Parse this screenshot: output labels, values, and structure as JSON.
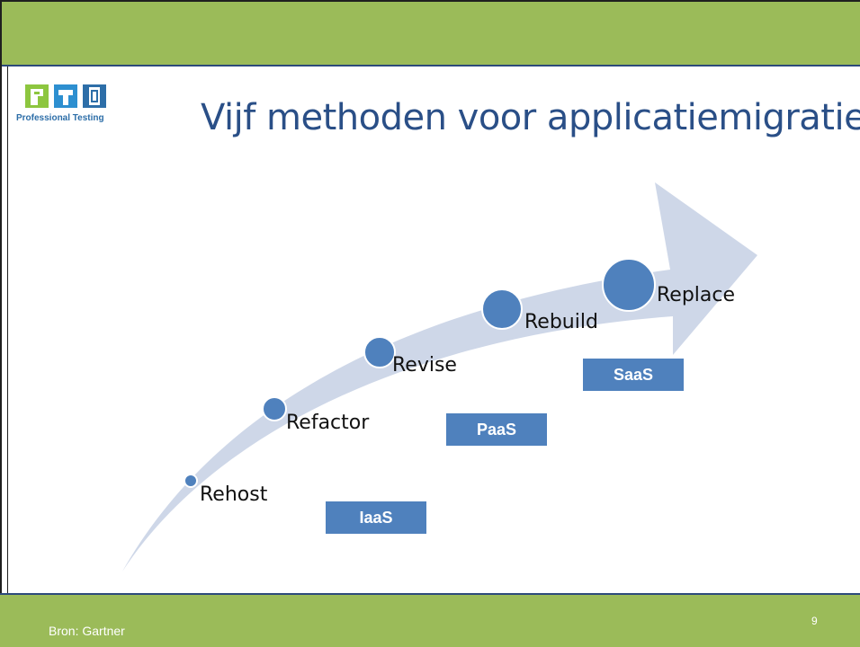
{
  "slide": {
    "title": "Vijf methoden voor applicatiemigratie",
    "logo_text": "Professional Testing",
    "footer_source": "Bron: Gartner",
    "page_number": "9"
  },
  "diagram": {
    "steps": [
      {
        "label": "Rehost"
      },
      {
        "label": "Refactor"
      },
      {
        "label": "Revise"
      },
      {
        "label": "Rebuild"
      },
      {
        "label": "Replace"
      }
    ],
    "service_models": [
      {
        "label": "IaaS"
      },
      {
        "label": "PaaS"
      },
      {
        "label": "SaaS"
      }
    ]
  },
  "colors": {
    "accent_green": "#9BBB59",
    "circle_blue": "#4F81BD",
    "arrow_fill": "#C9D3E6",
    "title_blue": "#2A4F87"
  }
}
